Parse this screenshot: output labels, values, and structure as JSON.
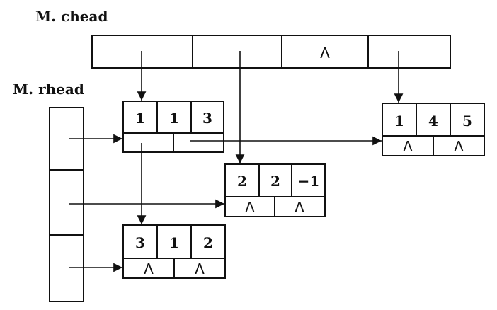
{
  "labels": {
    "chead": "M. chead",
    "rhead": "M. rhead"
  },
  "null_symbol": "Λ",
  "chead_cells": [
    "",
    "",
    "Λ",
    ""
  ],
  "rhead_cells": [
    "",
    "",
    ""
  ],
  "nodes": [
    {
      "id": "n113",
      "row": "1",
      "col": "1",
      "val": "3",
      "right": "",
      "down": ""
    },
    {
      "id": "n145",
      "row": "1",
      "col": "4",
      "val": "5",
      "right": "Λ",
      "down": "Λ"
    },
    {
      "id": "n22m1",
      "row": "2",
      "col": "2",
      "val": "−1",
      "right": "Λ",
      "down": "Λ"
    },
    {
      "id": "n312",
      "row": "3",
      "col": "1",
      "val": "2",
      "right": "Λ",
      "down": "Λ"
    }
  ],
  "colors": {
    "ink": "#111111",
    "background": "#ffffff"
  }
}
